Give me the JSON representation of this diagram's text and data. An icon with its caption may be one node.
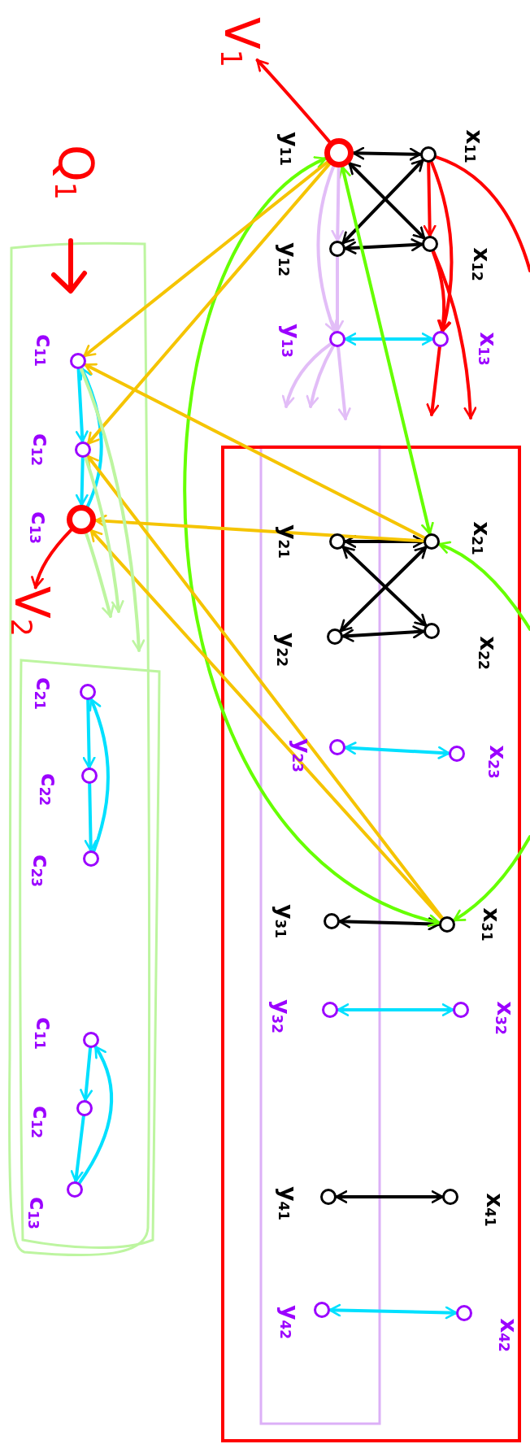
{
  "diagram": {
    "nodes": [
      {
        "text": [
          "V$_{1}$"
        ]
      },
      {
        "text": [
          "x$_{11}$"
        ]
      },
      {
        "text": [
          "y$_{11}$"
        ]
      },
      {
        "text": [
          "x$_{12}$"
        ]
      },
      {
        "text": [
          "y$_{12}$"
        ]
      },
      {
        "text": [
          "x$_{13}$"
        ]
      },
      {
        "text": [
          "y$_{13}$"
        ]
      },
      {
        "text": [
          "c$_{11}$"
        ]
      },
      {
        "text": [
          "c$_{12}$"
        ]
      },
      {
        "text": [
          "c$_{13}$"
        ]
      },
      {
        "text": [
          "V$_{2}$"
        ]
      },
      {
        "text": [
          "x$_{21}$"
        ]
      },
      {
        "text": [
          "y$_{21}$"
        ]
      },
      {
        "text": [
          "x$_{22}$"
        ]
      },
      {
        "text": [
          "y$_{22}$"
        ]
      },
      {
        "text": [
          "c$_{21}$"
        ]
      },
      {
        "text": [
          "c$_{22}$"
        ]
      },
      {
        "text": [
          "c$_{23}$"
        ]
      },
      {
        "text": [
          "y$_{23}$"
        ]
      },
      {
        "text": [
          "x$_{23}$"
        ]
      },
      {
        "text": [
          "x$_{31}$"
        ]
      },
      {
        "text": [
          "y$_{31}$"
        ]
      },
      {
        "text": [
          "x$_{32}$"
        ]
      },
      {
        "text": [
          "y$_{32}$"
        ]
      },
      {
        "text": [
          "c$_{11}$"
        ]
      },
      {
        "text": [
          "c$_{12}$"
        ]
      },
      {
        "text": [
          "c$_{13}$"
        ]
      },
      {
        "text": [
          "x$_{41}$"
        ]
      },
      {
        "text": [
          "y$_{41}$"
        ]
      },
      {
        "text": [
          "x$_{42}$"
        ]
      },
      {
        "text": [
          "y$_{42}$"
        ]
      }
    ],
    "edges": [
      {
        "from": 2,
        "to": 0,
        "arrow": "to",
        "color": "#ff0000"
      },
      {
        "from": 1,
        "to": 2,
        "arrow": "both",
        "color": "#000000"
      },
      {
        "from": 1,
        "to": 4,
        "arrow": "both",
        "color": "#000000"
      },
      {
        "from": 3,
        "to": 2,
        "arrow": "both",
        "color": "#000000"
      },
      {
        "from": 3,
        "to": 4,
        "arrow": "both",
        "color": "#000000"
      },
      {
        "from": 11,
        "to": 12,
        "arrow": "both",
        "color": "#000000"
      },
      {
        "from": 11,
        "to": 14,
        "arrow": "both",
        "color": "#000000"
      },
      {
        "from": 13,
        "to": 12,
        "arrow": "both",
        "color": "#000000"
      },
      {
        "from": 13,
        "to": 14,
        "arrow": "both",
        "color": "#000000"
      },
      {
        "from": 20,
        "to": 21,
        "arrow": "both",
        "color": "#000000"
      },
      {
        "from": 27,
        "to": 28,
        "arrow": "both",
        "color": "#000000"
      },
      {
        "from": 5,
        "to": 6,
        "arrow": "both"
      },
      {
        "from": 19,
        "to": 18,
        "arrow": "both"
      },
      {
        "from": 22,
        "to": 23,
        "arrow": "both"
      },
      {
        "from": 29,
        "to": 30,
        "arrow": "both"
      },
      {
        "from": 7,
        "to": 8,
        "arrow": "to"
      },
      {
        "from": 8,
        "to": 9,
        "arrow": "to"
      },
      {
        "from": 9,
        "to": 7,
        "arrow": "to"
      },
      {
        "from": 15,
        "to": 16,
        "arrow": "to"
      },
      {
        "from": 16,
        "to": 17,
        "arrow": "to"
      },
      {
        "from": 17,
        "to": 15,
        "arrow": "to"
      },
      {
        "from": 24,
        "to": 25,
        "arrow": "to"
      },
      {
        "from": 25,
        "to": 26,
        "arrow": "to"
      },
      {
        "from": 26,
        "to": 24,
        "arrow": "to"
      },
      {
        "from": 1,
        "to": 3,
        "arrow": "to",
        "color": "#ff0000"
      },
      {
        "from": 1,
        "to": 5,
        "arrow": "to",
        "color": "#ff0000"
      },
      {
        "from": 3,
        "to": 5,
        "arrow": "to",
        "color": "#ff0000"
      },
      {
        "from": 3,
        "to": null,
        "arrow": "to",
        "color": "#ff0000"
      },
      {
        "from": 5,
        "to": null,
        "arrow": "to",
        "color": "#ff0000"
      },
      {
        "from": 1,
        "to": null,
        "arrow": "none",
        "color": "#ff0000"
      },
      {
        "from": 9,
        "to": 10,
        "arrow": "to",
        "color": "#ff0000"
      },
      {
        "from": 2,
        "to": 11,
        "arrow": "both",
        "color": "#66ff00"
      },
      {
        "from": 20,
        "to": 2,
        "arrow": "both",
        "color": "#66ff00"
      },
      {
        "from": null,
        "to": 11,
        "arrow": "to",
        "color": "#66ff00"
      },
      {
        "from": null,
        "to": 20,
        "arrow": "to",
        "color": "#66ff00"
      },
      {
        "from": 2,
        "to": 7,
        "arrow": "to",
        "color": "#f5c400"
      },
      {
        "from": 2,
        "to": 8,
        "arrow": "to",
        "color": "#f5c400"
      },
      {
        "from": 11,
        "to": 7,
        "arrow": "to",
        "color": "#f5c400"
      },
      {
        "from": 11,
        "to": 9,
        "arrow": "to",
        "color": "#f5c400"
      },
      {
        "from": 20,
        "to": 8,
        "arrow": "to",
        "color": "#f5c400"
      },
      {
        "from": 20,
        "to": 9,
        "arrow": "to",
        "color": "#f5c400"
      },
      {
        "from": 2,
        "to": 4,
        "arrow": "to",
        "color": "#e2bdf7"
      },
      {
        "from": 4,
        "to": 6,
        "arrow": "to",
        "color": "#e2bdf7"
      },
      {
        "from": 2,
        "to": 6,
        "arrow": "to",
        "color": "#e2bdf7"
      },
      {
        "from": 6,
        "to": null,
        "arrow": "to",
        "color": "#e2bdf7"
      },
      {
        "from": 6,
        "to": null,
        "arrow": "to",
        "color": "#e2bdf7"
      },
      {
        "from": 6,
        "to": null,
        "arrow": "to",
        "color": "#e2bdf7"
      },
      {
        "from": 7,
        "to": null,
        "arrow": "to",
        "color": "#bdf5a0"
      },
      {
        "from": 8,
        "to": null,
        "arrow": "to",
        "color": "#bdf5a0"
      },
      {
        "from": 9,
        "to": null,
        "arrow": "to",
        "color": "#bdf5a0"
      }
    ],
    "labels": [
      "Q$_{1}$"
    ]
  }
}
